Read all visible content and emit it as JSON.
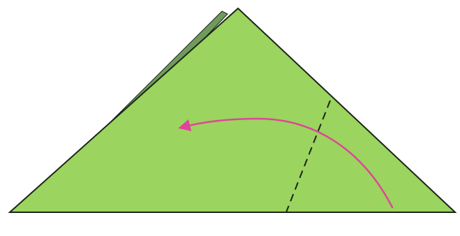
{
  "diagram": {
    "colors": {
      "background": "#ffffff",
      "paper_front": "#9bd45e",
      "paper_back": "#6f9a5c",
      "outline": "#1b2418",
      "fold_line": "#1b2418",
      "arrow": "#e0449a"
    },
    "elements": {
      "paper_shape": "triangle",
      "back_layer": "darker-green-edge-left",
      "fold_line_style": "dashed",
      "arrow_direction": "right-to-left-curved"
    }
  }
}
